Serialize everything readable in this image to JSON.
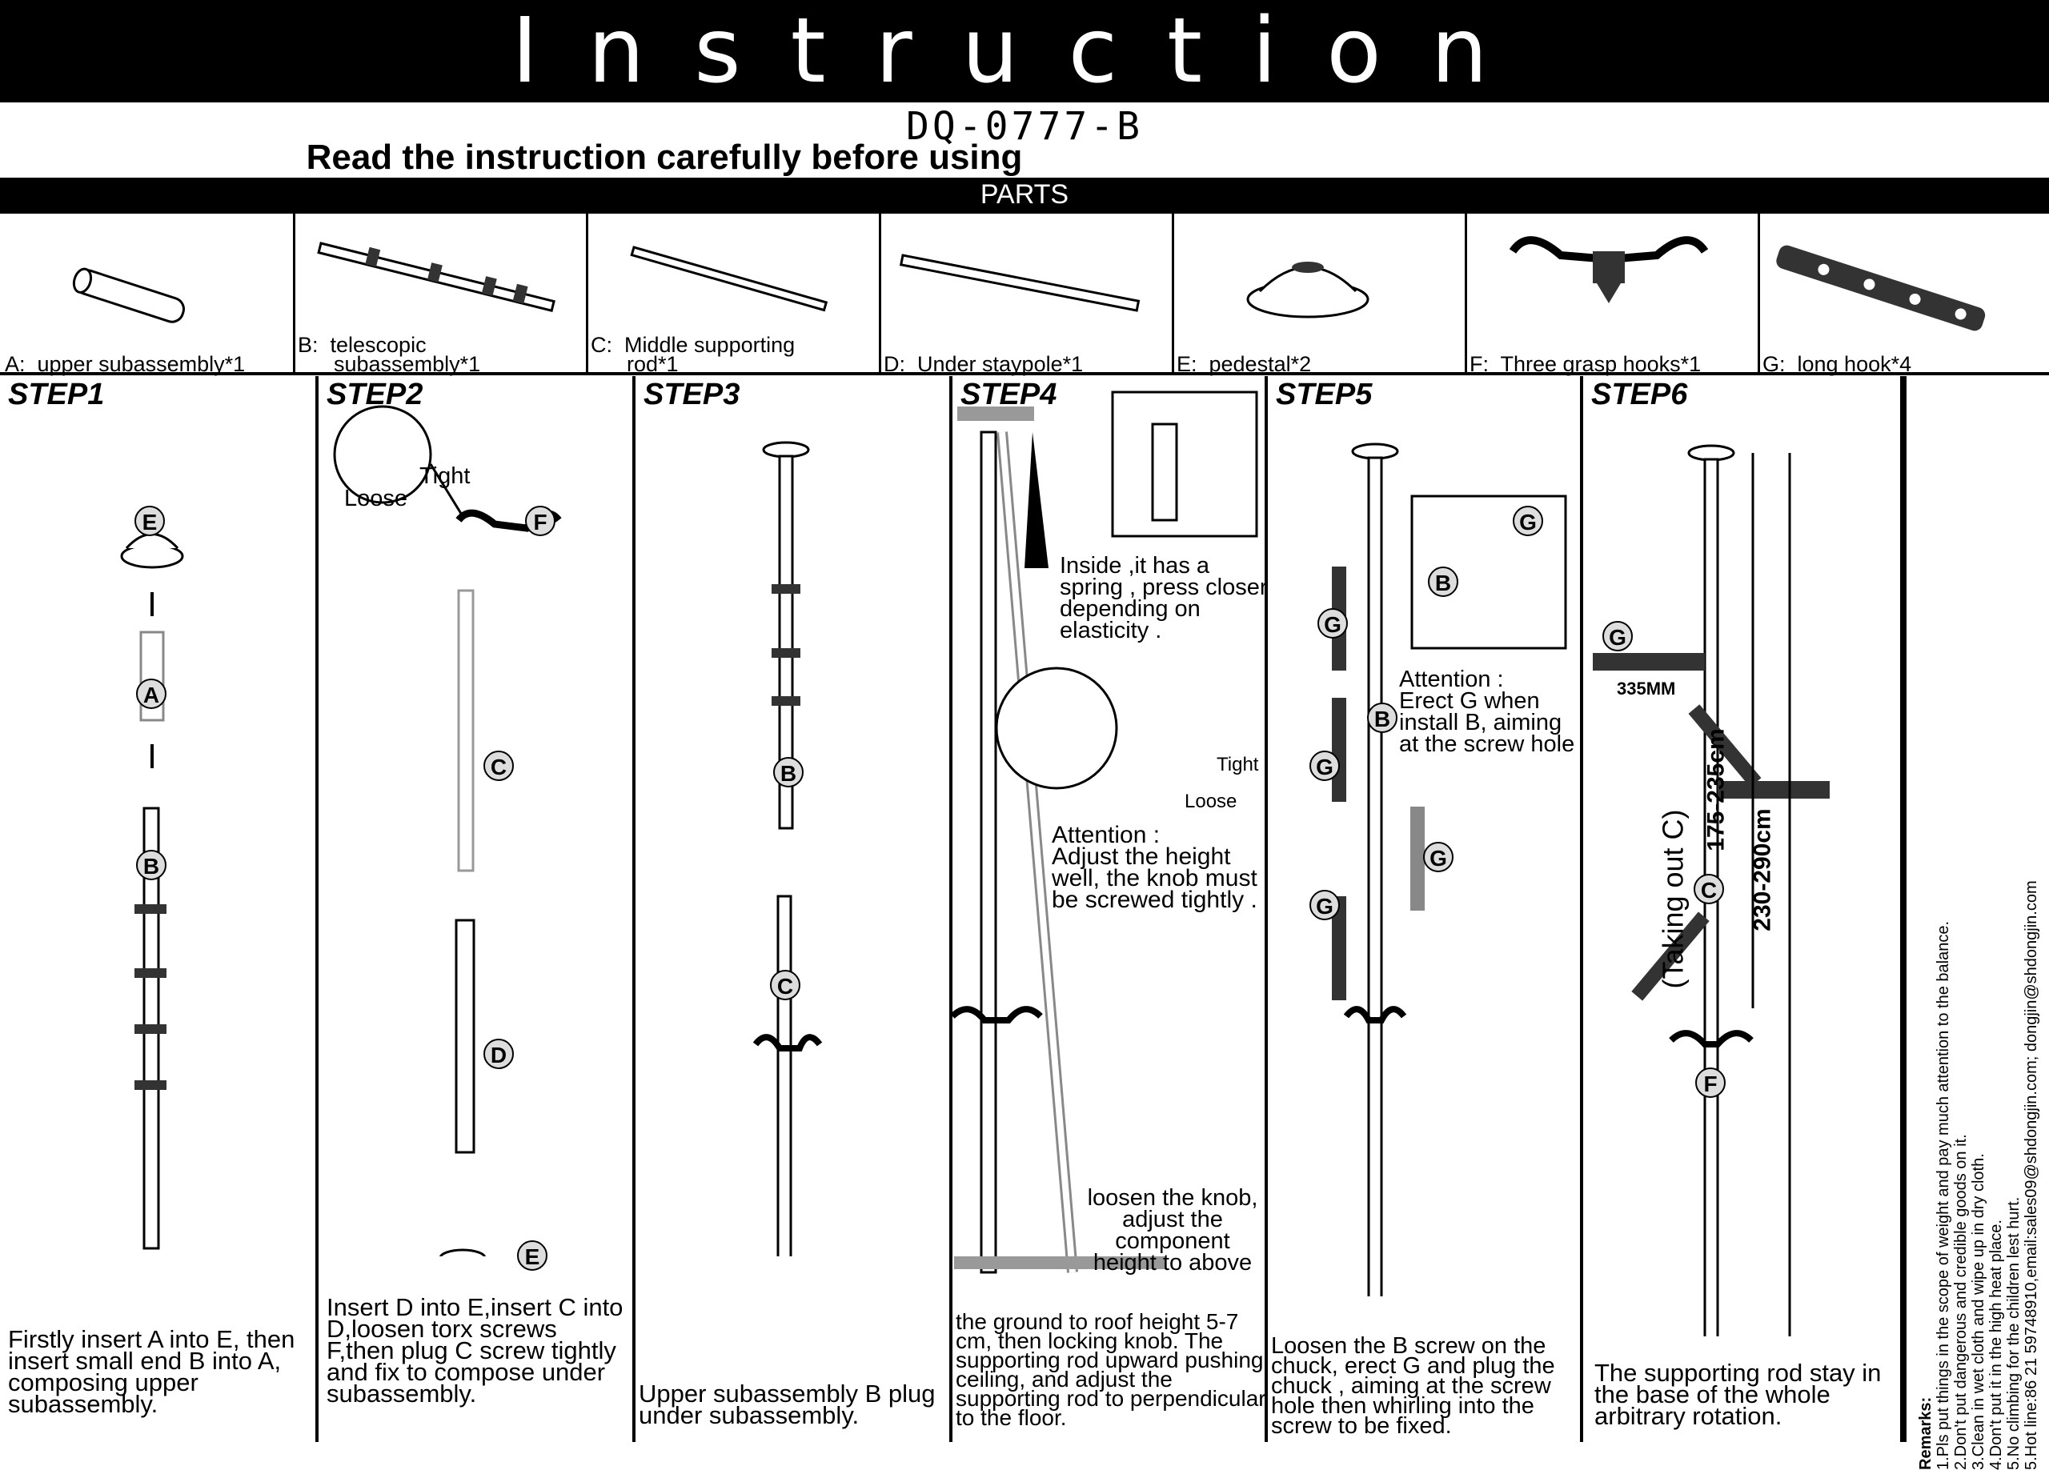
{
  "header": {
    "title": "Instruction",
    "model": "DQ-0777-B",
    "subtitle": "Read the instruction carefully before using",
    "parts_heading": "PARTS"
  },
  "parts": [
    {
      "label": "A:  upper subassembly*1"
    },
    {
      "label": "B:  telescopic\n      subassembly*1"
    },
    {
      "label": "C:  Middle supporting\n      rod*1"
    },
    {
      "label": "D:  Under staypole*1"
    },
    {
      "label": "E:  pedestal*2"
    },
    {
      "label": "F:  Three grasp hooks*1"
    },
    {
      "label": "G:  long hook*4"
    }
  ],
  "steps": {
    "step1": {
      "title": "STEP1",
      "text": "Firstly insert A into E, then insert small end B into A, composing upper subassembly.",
      "labels": [
        "E",
        "A",
        "B"
      ]
    },
    "step2": {
      "title": "STEP2",
      "tight": "Tight",
      "loose": "Loose",
      "text": "Insert D into E,insert C into D,loosen torx screws F,then plug C screw tightly and fix to compose under subassembly.",
      "labels": [
        "F",
        "C",
        "D",
        "E"
      ]
    },
    "step3": {
      "title": "STEP3",
      "text": "Upper subassembly B plug under subassembly.",
      "labels": [
        "B",
        "C"
      ]
    },
    "step4": {
      "title": "STEP4",
      "inside_note": "Inside ,it has a spring , press closer depending on elasticity .",
      "tight": "Tight",
      "loose": "Loose",
      "attention": "Attention :\nAdjust the height well, the knob must be screwed tightly .",
      "loosen_note": "loosen the knob, adjust the component height to above",
      "text": "the ground to roof height 5-7 cm, then locking knob. The supporting rod upward pushing ceiling, and adjust the supporting rod to perpendicular to the floor."
    },
    "step5": {
      "title": "STEP5",
      "attention": "Attention :\nErect G when install B, aiming at the screw hole",
      "text": "Loosen the B screw on the chuck, erect G and plug the chuck , aiming at the screw hole then whirling into the screw to be fixed.",
      "labels": [
        "G",
        "B",
        "G",
        "G",
        "G",
        "B",
        "G"
      ]
    },
    "step6": {
      "title": "STEP6",
      "dim_width": "335MM",
      "dim_inner": "175-235cm",
      "dim_outer": "230-290cm",
      "taking_out": "(Taking out C)",
      "text": "The supporting rod stay in the base of the whole arbitrary rotation.",
      "labels": [
        "G",
        "C",
        "F"
      ]
    }
  },
  "remarks": {
    "heading": "Remarks:",
    "items": [
      "1.Pls put things in the scope of weight and pay much attention to the balance.",
      "2.Don't put dangerous and credible goods on it.",
      "3.Clean in wet cloth and wipe up in dry cloth.",
      "4.Don't put it in the high heat place.",
      "5.No climbing for the children lest hurt.",
      "5.Hot line:86 21 59748910,email:sales09@shdongjin.com; dongjin@shdongjin.com"
    ]
  }
}
